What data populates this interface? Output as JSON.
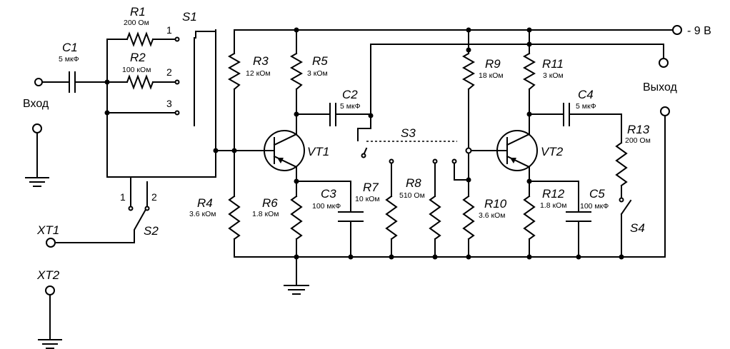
{
  "supply": "- 9 В",
  "input_label": "Вход",
  "output_label": "Выход",
  "connectors": [
    "XT1",
    "XT2"
  ],
  "switches": {
    "s1": {
      "name": "S1",
      "positions": [
        "1",
        "2",
        "3"
      ]
    },
    "s2": {
      "name": "S2",
      "positions": [
        "1",
        "2"
      ]
    },
    "s3": {
      "name": "S3"
    },
    "s4": {
      "name": "S4"
    }
  },
  "transistors": [
    "VT1",
    "VT2"
  ],
  "capacitors": {
    "c1": {
      "name": "C1",
      "value": "5 мкФ"
    },
    "c2": {
      "name": "C2",
      "value": "5 мкФ"
    },
    "c3": {
      "name": "C3",
      "value": "100 мкФ"
    },
    "c4": {
      "name": "C4",
      "value": "5 мкФ"
    },
    "c5": {
      "name": "C5",
      "value": "100 мкФ"
    }
  },
  "resistors": {
    "r1": {
      "name": "R1",
      "value": "200 Ом"
    },
    "r2": {
      "name": "R2",
      "value": "100 кОм"
    },
    "r3": {
      "name": "R3",
      "value": "12 кОм"
    },
    "r4": {
      "name": "R4",
      "value": "3.6 кОм"
    },
    "r5": {
      "name": "R5",
      "value": "3 кОм"
    },
    "r6": {
      "name": "R6",
      "value": "1.8 кОм"
    },
    "r7": {
      "name": "R7",
      "value": "10 кОм"
    },
    "r8": {
      "name": "R8",
      "value": "510 Ом"
    },
    "r9": {
      "name": "R9",
      "value": "18 кОм"
    },
    "r10": {
      "name": "R10",
      "value": "3.6 кОм"
    },
    "r11": {
      "name": "R11",
      "value": "3 кОм"
    },
    "r12": {
      "name": "R12",
      "value": "1.8 кОм"
    },
    "r13": {
      "name": "R13",
      "value": "200 Ом"
    }
  }
}
